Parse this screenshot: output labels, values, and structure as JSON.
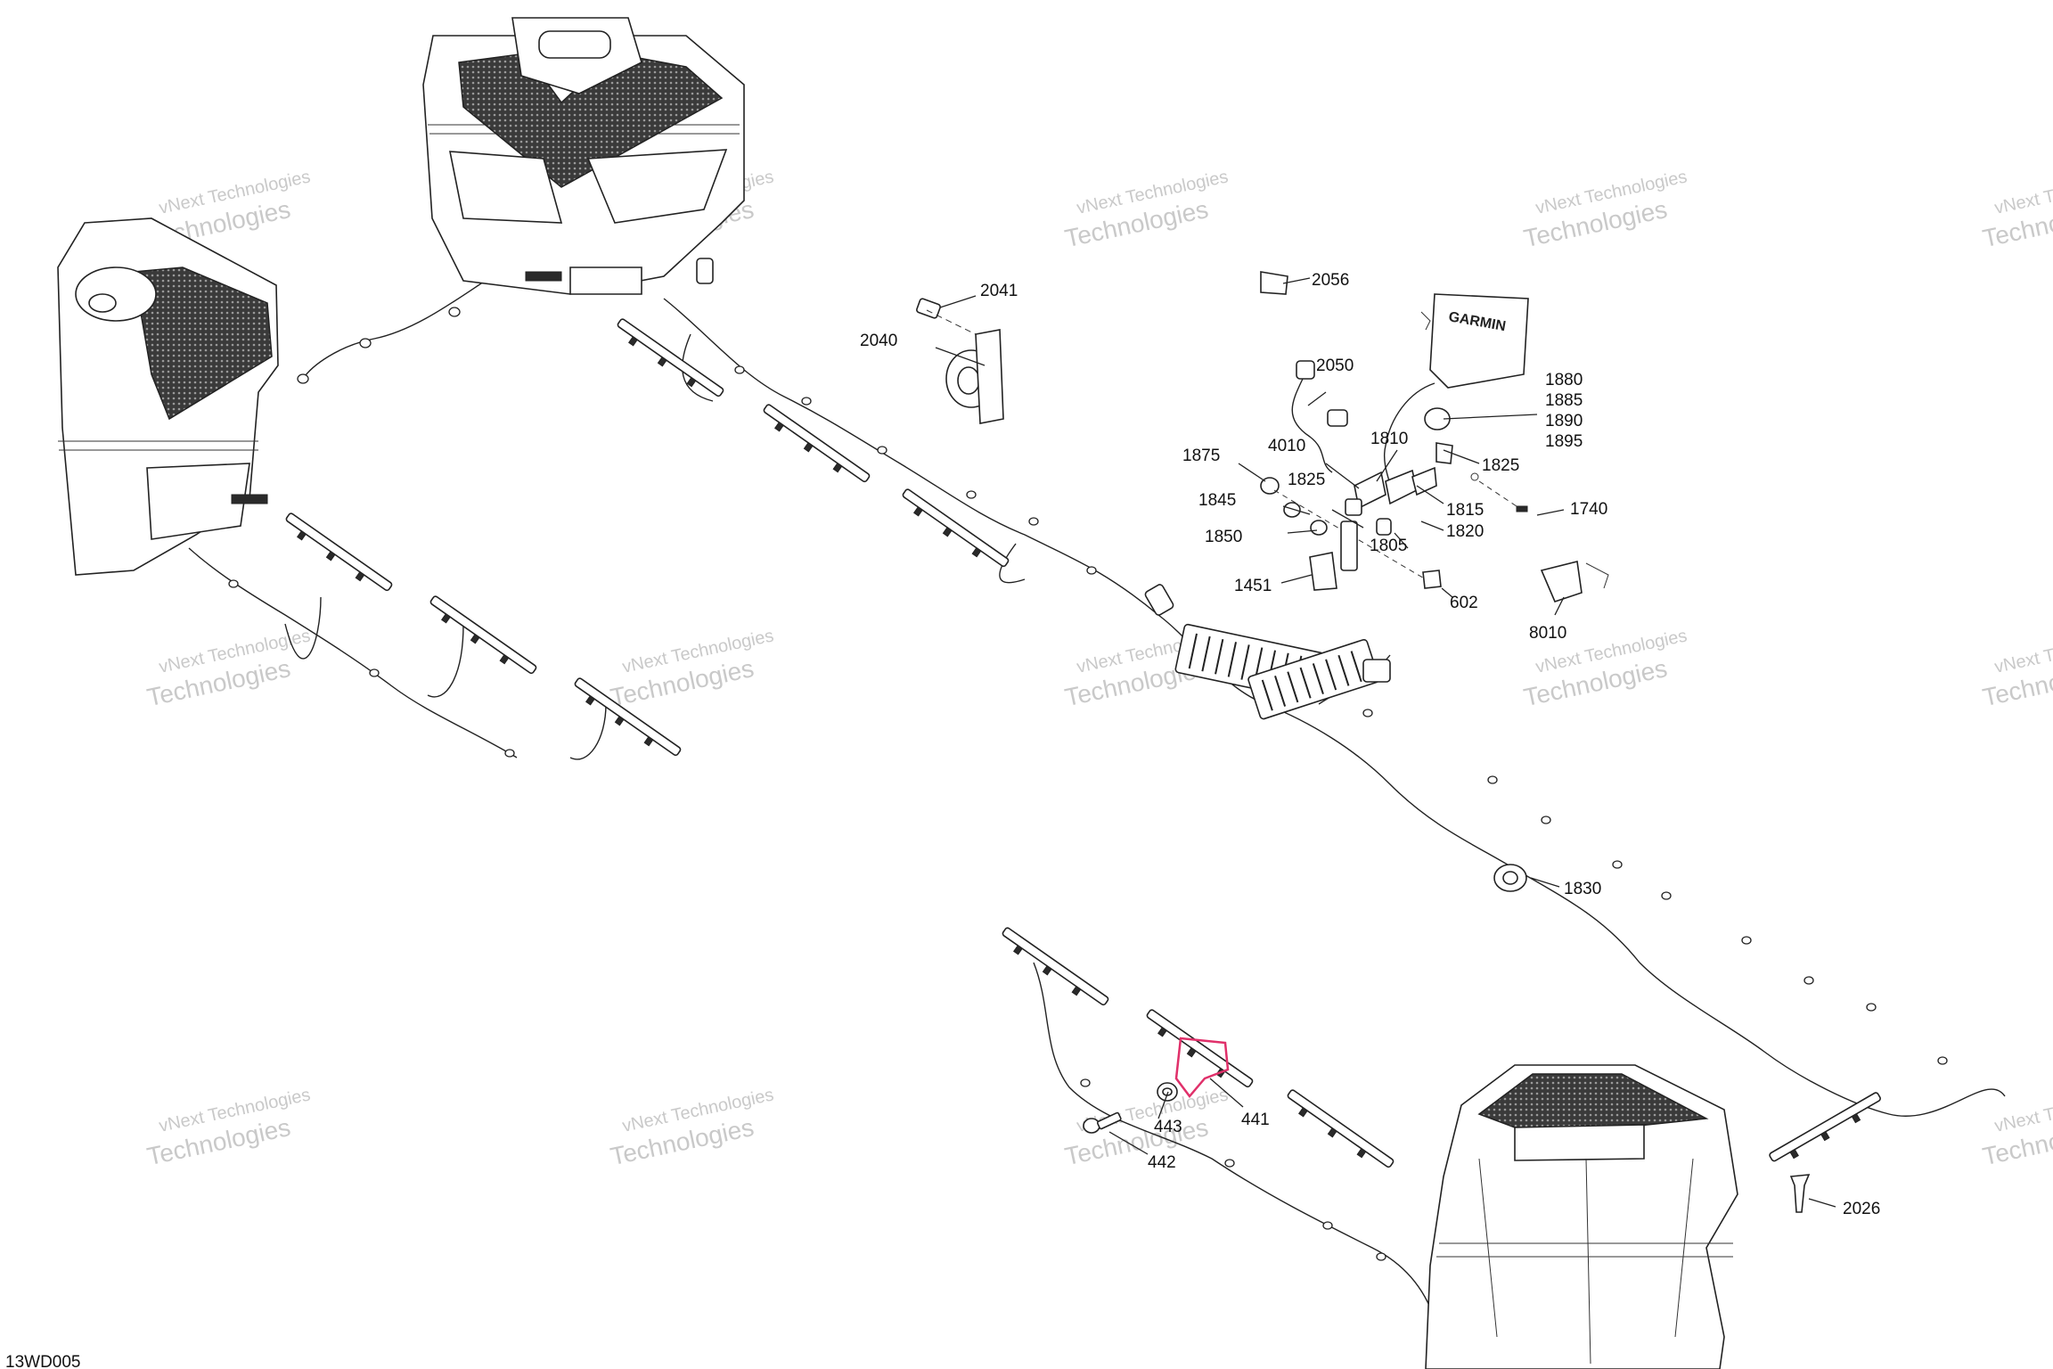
{
  "diagram": {
    "code": "13WD005",
    "brand_badge": "GARMIN",
    "watermark": {
      "line1": "vNext Technologies",
      "line2": "Technologies"
    },
    "callouts": [
      {
        "id": "c2041",
        "text": "2041"
      },
      {
        "id": "c2040",
        "text": "2040"
      },
      {
        "id": "c2056",
        "text": "2056"
      },
      {
        "id": "c2050",
        "text": "2050"
      },
      {
        "id": "c1880",
        "text": "1880"
      },
      {
        "id": "c1885",
        "text": "1885"
      },
      {
        "id": "c1890",
        "text": "1890"
      },
      {
        "id": "c1895",
        "text": "1895"
      },
      {
        "id": "c1810",
        "text": "1810"
      },
      {
        "id": "c4010",
        "text": "4010"
      },
      {
        "id": "c1875",
        "text": "1875"
      },
      {
        "id": "c1825a",
        "text": "1825"
      },
      {
        "id": "c1825b",
        "text": "1825"
      },
      {
        "id": "c1815",
        "text": "1815"
      },
      {
        "id": "c1845",
        "text": "1845"
      },
      {
        "id": "c1740",
        "text": "1740"
      },
      {
        "id": "c1820",
        "text": "1820"
      },
      {
        "id": "c1850",
        "text": "1850"
      },
      {
        "id": "c1805",
        "text": "1805"
      },
      {
        "id": "c1451",
        "text": "1451"
      },
      {
        "id": "c602",
        "text": "602"
      },
      {
        "id": "c8010",
        "text": "8010"
      },
      {
        "id": "c1830",
        "text": "1830"
      },
      {
        "id": "c443",
        "text": "443"
      },
      {
        "id": "c441",
        "text": "441"
      },
      {
        "id": "c442",
        "text": "442"
      },
      {
        "id": "c2026",
        "text": "2026"
      }
    ]
  }
}
